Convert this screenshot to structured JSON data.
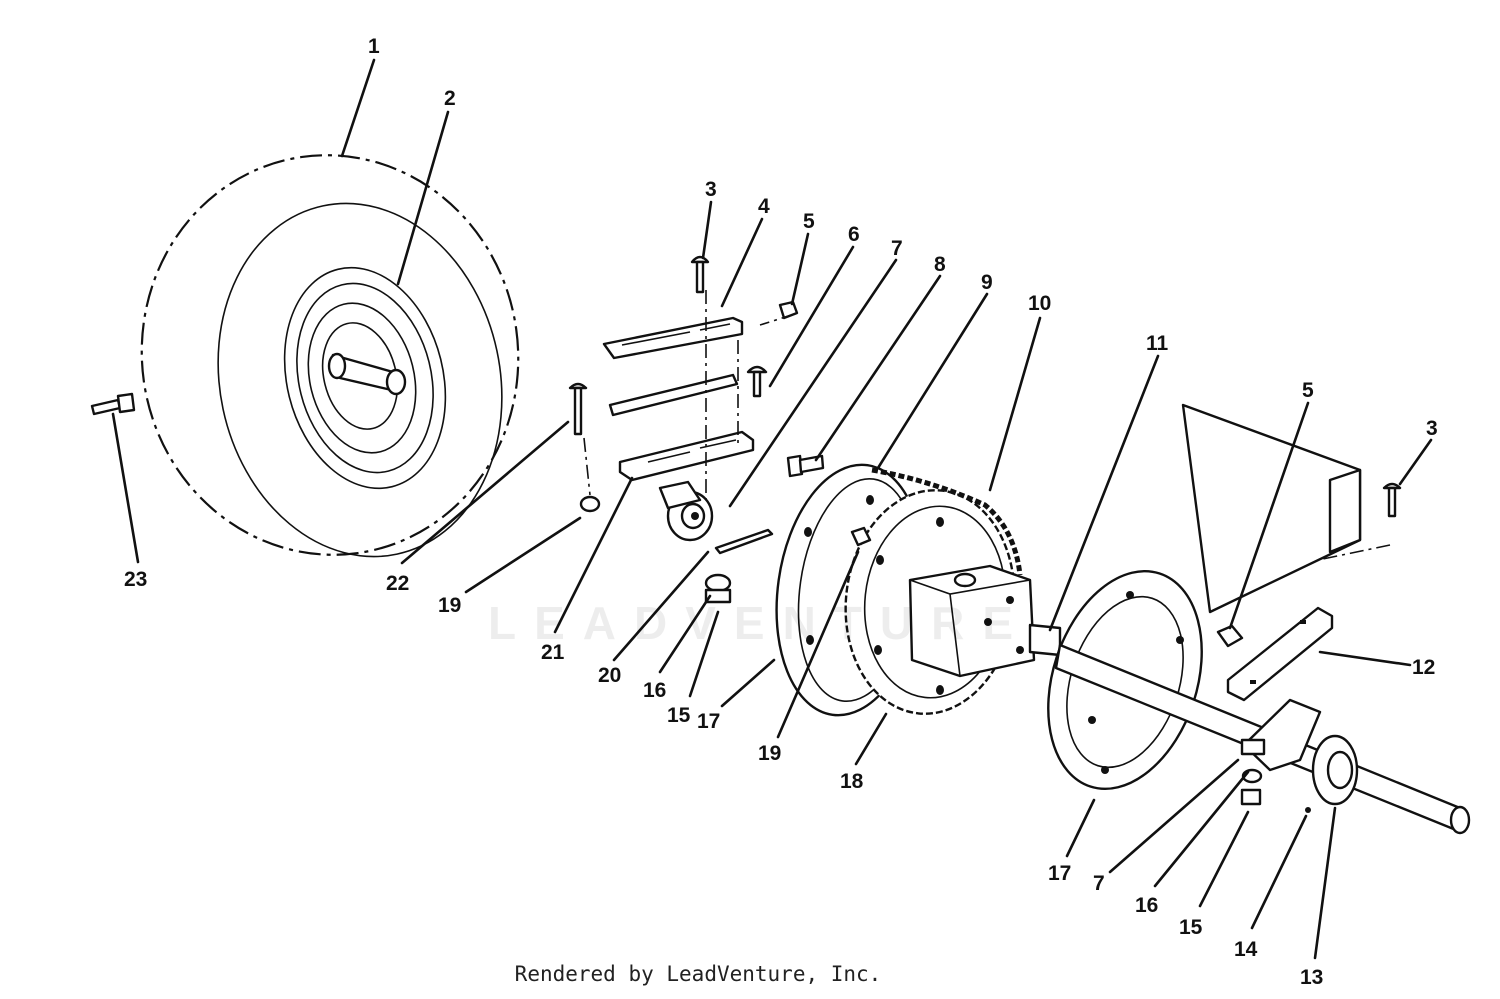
{
  "diagram": {
    "callouts": [
      {
        "id": "c1",
        "text": "1"
      },
      {
        "id": "c2",
        "text": "2"
      },
      {
        "id": "c3a",
        "text": "3"
      },
      {
        "id": "c4",
        "text": "4"
      },
      {
        "id": "c5a",
        "text": "5"
      },
      {
        "id": "c6",
        "text": "6"
      },
      {
        "id": "c7a",
        "text": "7"
      },
      {
        "id": "c8",
        "text": "8"
      },
      {
        "id": "c9",
        "text": "9"
      },
      {
        "id": "c10",
        "text": "10"
      },
      {
        "id": "c11",
        "text": "11"
      },
      {
        "id": "c5b",
        "text": "5"
      },
      {
        "id": "c3b",
        "text": "3"
      },
      {
        "id": "c23",
        "text": "23"
      },
      {
        "id": "c22",
        "text": "22"
      },
      {
        "id": "c19a",
        "text": "19"
      },
      {
        "id": "c21",
        "text": "21"
      },
      {
        "id": "c20",
        "text": "20"
      },
      {
        "id": "c16a",
        "text": "16"
      },
      {
        "id": "c15a",
        "text": "15"
      },
      {
        "id": "c17a",
        "text": "17"
      },
      {
        "id": "c19b",
        "text": "19"
      },
      {
        "id": "c18",
        "text": "18"
      },
      {
        "id": "c12",
        "text": "12"
      },
      {
        "id": "c17b",
        "text": "17"
      },
      {
        "id": "c7b",
        "text": "7"
      },
      {
        "id": "c16b",
        "text": "16"
      },
      {
        "id": "c15b",
        "text": "15"
      },
      {
        "id": "c14",
        "text": "14"
      },
      {
        "id": "c13",
        "text": "13"
      }
    ],
    "watermark": "LEADVENTURE",
    "footer": "Rendered by LeadVenture, Inc."
  }
}
